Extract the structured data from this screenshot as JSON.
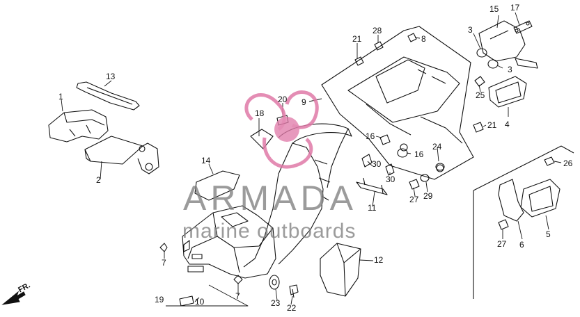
{
  "watermark": {
    "brand": "ARMADA",
    "tagline": "marine outboards"
  },
  "direction_marker": "FR.",
  "callouts": [
    {
      "id": "c1",
      "text": "1"
    },
    {
      "id": "c2",
      "text": "2"
    },
    {
      "id": "c3a",
      "text": "3"
    },
    {
      "id": "c3b",
      "text": "3"
    },
    {
      "id": "c4",
      "text": "4"
    },
    {
      "id": "c5",
      "text": "5"
    },
    {
      "id": "c6",
      "text": "6"
    },
    {
      "id": "c7a",
      "text": "7"
    },
    {
      "id": "c7b",
      "text": "7"
    },
    {
      "id": "c8",
      "text": "8"
    },
    {
      "id": "c9",
      "text": "9"
    },
    {
      "id": "c10",
      "text": "10"
    },
    {
      "id": "c11",
      "text": "11"
    },
    {
      "id": "c12",
      "text": "12"
    },
    {
      "id": "c13",
      "text": "13"
    },
    {
      "id": "c14",
      "text": "14"
    },
    {
      "id": "c15",
      "text": "15"
    },
    {
      "id": "c16a",
      "text": "16"
    },
    {
      "id": "c16b",
      "text": "16"
    },
    {
      "id": "c17",
      "text": "17"
    },
    {
      "id": "c18",
      "text": "18"
    },
    {
      "id": "c19",
      "text": "19"
    },
    {
      "id": "c20",
      "text": "20"
    },
    {
      "id": "c21a",
      "text": "21"
    },
    {
      "id": "c21b",
      "text": "21"
    },
    {
      "id": "c22",
      "text": "22"
    },
    {
      "id": "c23",
      "text": "23"
    },
    {
      "id": "c24",
      "text": "24"
    },
    {
      "id": "c25",
      "text": "25"
    },
    {
      "id": "c26",
      "text": "26"
    },
    {
      "id": "c27a",
      "text": "27"
    },
    {
      "id": "c27b",
      "text": "27"
    },
    {
      "id": "c28",
      "text": "28"
    },
    {
      "id": "c29",
      "text": "29"
    },
    {
      "id": "c30a",
      "text": "30"
    },
    {
      "id": "c30b",
      "text": "30"
    }
  ],
  "colors": {
    "line": "#111111",
    "watermark": "#808080",
    "logo": "#e07aa8"
  }
}
